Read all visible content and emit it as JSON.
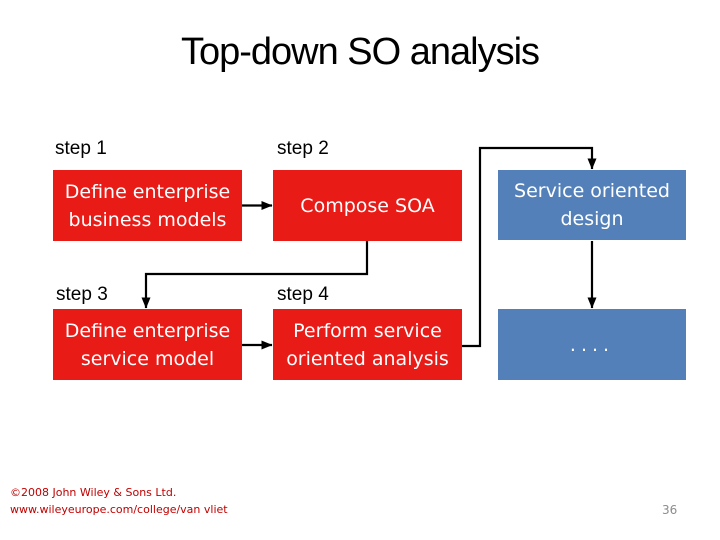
{
  "title": "Top-down SO analysis",
  "steps": [
    {
      "label": "step 1"
    },
    {
      "label": "step 2"
    },
    {
      "label": "step 3"
    },
    {
      "label": "step 4"
    }
  ],
  "boxes": [
    {
      "id": "define-business-models",
      "kind": "analysis",
      "text": "Define enterprise\nbusiness models"
    },
    {
      "id": "compose-soa",
      "kind": "analysis",
      "text": "Compose SOA"
    },
    {
      "id": "service-oriented-design",
      "kind": "design",
      "text": "Service oriented\ndesign"
    },
    {
      "id": "define-service-model",
      "kind": "analysis",
      "text": "Define enterprise\nservice model"
    },
    {
      "id": "perform-so-analysis",
      "kind": "analysis",
      "text": "Perform service\noriented analysis"
    },
    {
      "id": "continuation",
      "kind": "design",
      "text": "...."
    }
  ],
  "arrows": [
    {
      "from": "define-business-models",
      "to": "compose-soa"
    },
    {
      "from": "compose-soa",
      "to": "define-service-model"
    },
    {
      "from": "define-service-model",
      "to": "perform-so-analysis"
    },
    {
      "from": "perform-so-analysis",
      "to": "service-oriented-design"
    },
    {
      "from": "service-oriented-design",
      "to": "continuation"
    }
  ],
  "footer": {
    "line1": "©2008 John Wiley & Sons Ltd.",
    "line2": "www.wileyeurope.com/college/van vliet"
  },
  "page_number": "36",
  "colors": {
    "background": "#ffffff",
    "title_text": "#000000",
    "step_label_text": "#000000",
    "box_red": "#e81b17",
    "box_blue": "#5380b8",
    "box_text": "#ffffff",
    "arrow": "#000000",
    "footer_text": "#c00000",
    "page_number_text": "#8c8c8c"
  }
}
